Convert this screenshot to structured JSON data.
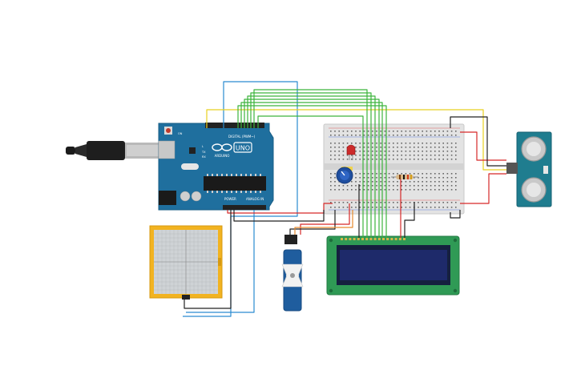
{
  "arduino": {
    "board_label": "UNO",
    "brand_label": "ARDUINO",
    "digital_label": "DIGITAL (PWM~)",
    "power_label": "POWER",
    "analog_label": "ANALOG IN",
    "on_label": "ON",
    "tx_label": "TX",
    "rx_label": "RX",
    "l_label": "L"
  },
  "components": {
    "usb_cable": "usb-cable-icon",
    "breadboard": "breadboard-icon",
    "led": "red-led-icon",
    "potentiometer": "potentiometer-icon",
    "resistor": "resistor-icon",
    "ultrasonic_sensor": "ultrasonic-sensor-icon",
    "servo": "servo-motor-icon",
    "lcd": "lcd-16x2-icon",
    "force_sensor": "force-sensor-pad-icon"
  },
  "colors": {
    "arduino": "#1f6f9e",
    "lcd_pcb": "#2f9a55",
    "lcd_screen": "#1e2a6a",
    "sensor_pcb": "#1f7d8f",
    "servo": "#1f5d9e",
    "pad_frame": "#f2b320",
    "wire_green": "#3cb43c",
    "wire_blue": "#2a8bd0",
    "wire_yellow": "#e8d020",
    "wire_red": "#d62828",
    "wire_black": "#222222"
  }
}
